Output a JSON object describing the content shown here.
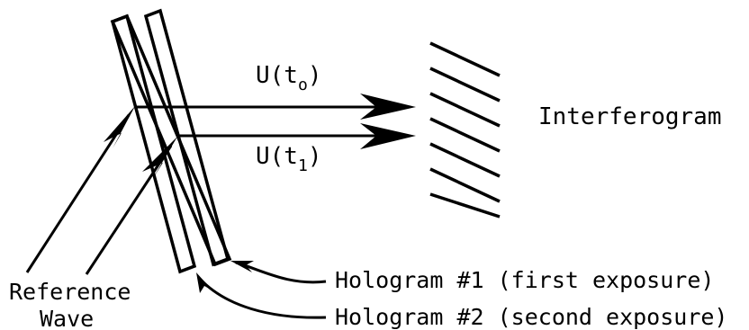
{
  "labels": {
    "u_t0": {
      "main": "U(t",
      "sub": "o",
      "close": ")"
    },
    "u_t1": {
      "main": "U(t",
      "sub": "1",
      "close": ")"
    },
    "interferogram": "Interferogram",
    "reference_line1": "Reference",
    "reference_line2": "Wave",
    "hologram1": "Hologram #1 (first exposure)",
    "hologram2": "Hologram #2 (second exposure)"
  }
}
